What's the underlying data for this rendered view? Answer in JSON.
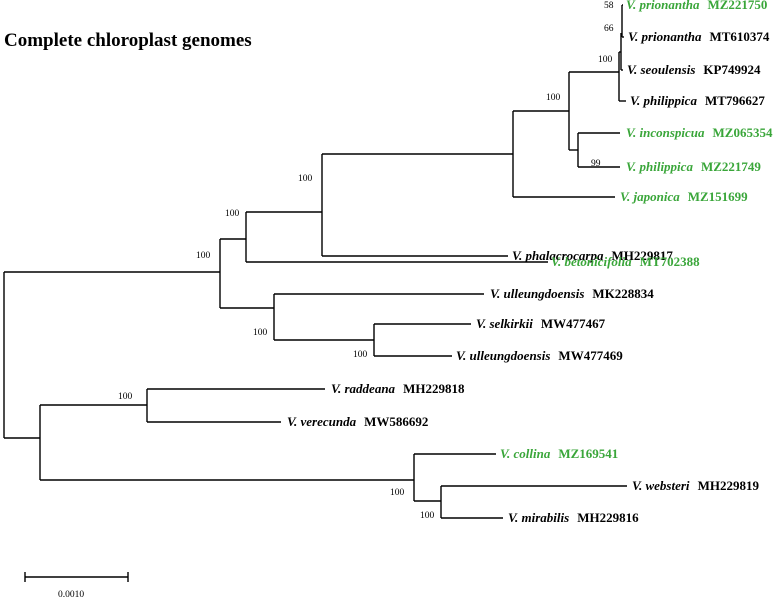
{
  "title": "Complete chloroplast genomes",
  "colors": {
    "highlight": "#3aa63a",
    "default": "#000000"
  },
  "taxa": [
    {
      "species": "V. prionantha",
      "accession": "MZ221750",
      "highlight": true
    },
    {
      "species": "V. prionantha",
      "accession": "MT610374",
      "highlight": false
    },
    {
      "species": "V. seoulensis",
      "accession": "KP749924",
      "highlight": false
    },
    {
      "species": "V. philippica",
      "accession": "MT796627",
      "highlight": false
    },
    {
      "species": "V. inconspicua",
      "accession": "MZ065354",
      "highlight": true
    },
    {
      "species": "V. philippica",
      "accession": "MZ221749",
      "highlight": true
    },
    {
      "species": "V. japonica",
      "accession": "MZ151699",
      "highlight": true
    },
    {
      "species": "V. phalacrocarpa",
      "accession": "MH229817",
      "highlight": false
    },
    {
      "species": "V. betonicifolia",
      "accession": "MT702388",
      "highlight": true
    },
    {
      "species": "V. ulleungdoensis",
      "accession": "MK228834",
      "highlight": false
    },
    {
      "species": "V. selkirkii",
      "accession": "MW477467",
      "highlight": false
    },
    {
      "species": "V. ulleungdoensis",
      "accession": "MW477469",
      "highlight": false
    },
    {
      "species": "V. raddeana",
      "accession": "MH229818",
      "highlight": false
    },
    {
      "species": "V. verecunda",
      "accession": "MW586692",
      "highlight": false
    },
    {
      "species": "V. collina",
      "accession": "MZ169541",
      "highlight": true
    },
    {
      "species": "V. websteri",
      "accession": "MH229819",
      "highlight": false
    },
    {
      "species": "V. mirabilis",
      "accession": "MH229816",
      "highlight": false
    }
  ],
  "support": [
    "58",
    "66",
    "100",
    "100",
    "99",
    "100",
    "100",
    "100",
    "100",
    "100",
    "100",
    "100",
    "100",
    "100"
  ],
  "scale_bar": {
    "label": "0.0010"
  }
}
